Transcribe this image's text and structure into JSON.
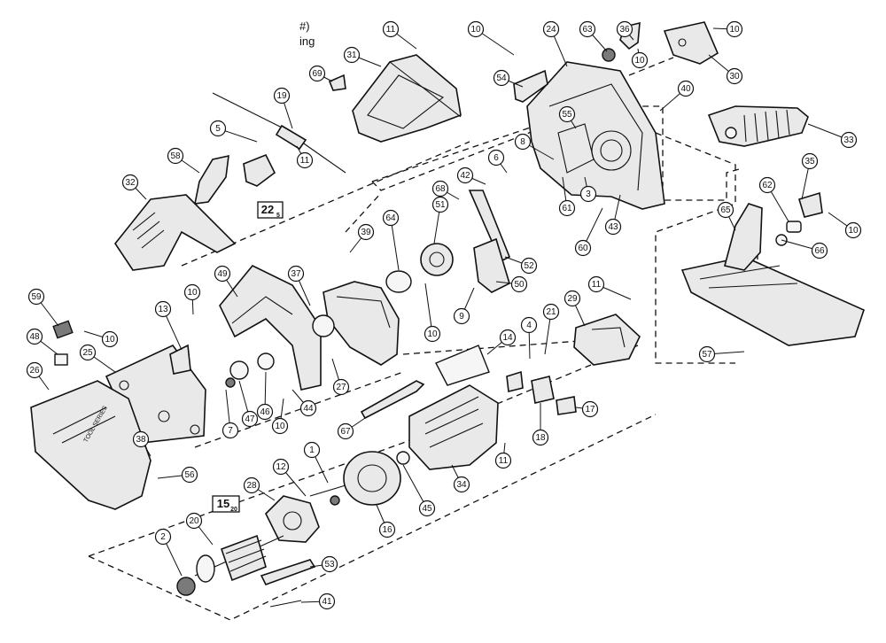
{
  "header": {
    "line1": "#)",
    "line2": "ing"
  },
  "kits": [
    {
      "id": "kit-22",
      "main": "22",
      "sub": "5"
    },
    {
      "id": "kit-15",
      "main": "15",
      "sub": "20"
    }
  ],
  "callouts": [
    "11",
    "10",
    "24",
    "63",
    "36",
    "10",
    "10",
    "31",
    "69",
    "54",
    "40",
    "30",
    "19",
    "5",
    "55",
    "58",
    "11",
    "33",
    "32",
    "8",
    "6",
    "3",
    "61",
    "43",
    "60",
    "42",
    "68",
    "64",
    "51",
    "39",
    "62",
    "35",
    "65",
    "66",
    "10",
    "52",
    "50",
    "9",
    "10",
    "49",
    "37",
    "59",
    "10",
    "10",
    "13",
    "48",
    "25",
    "26",
    "14",
    "4",
    "21",
    "29",
    "11",
    "57",
    "27",
    "7",
    "47",
    "46",
    "10",
    "44",
    "67",
    "38",
    "17",
    "18",
    "56",
    "1",
    "12",
    "28",
    "34",
    "16",
    "45",
    "11",
    "20",
    "2",
    "53",
    "41"
  ],
  "tool_label": "TOOL SERIES"
}
